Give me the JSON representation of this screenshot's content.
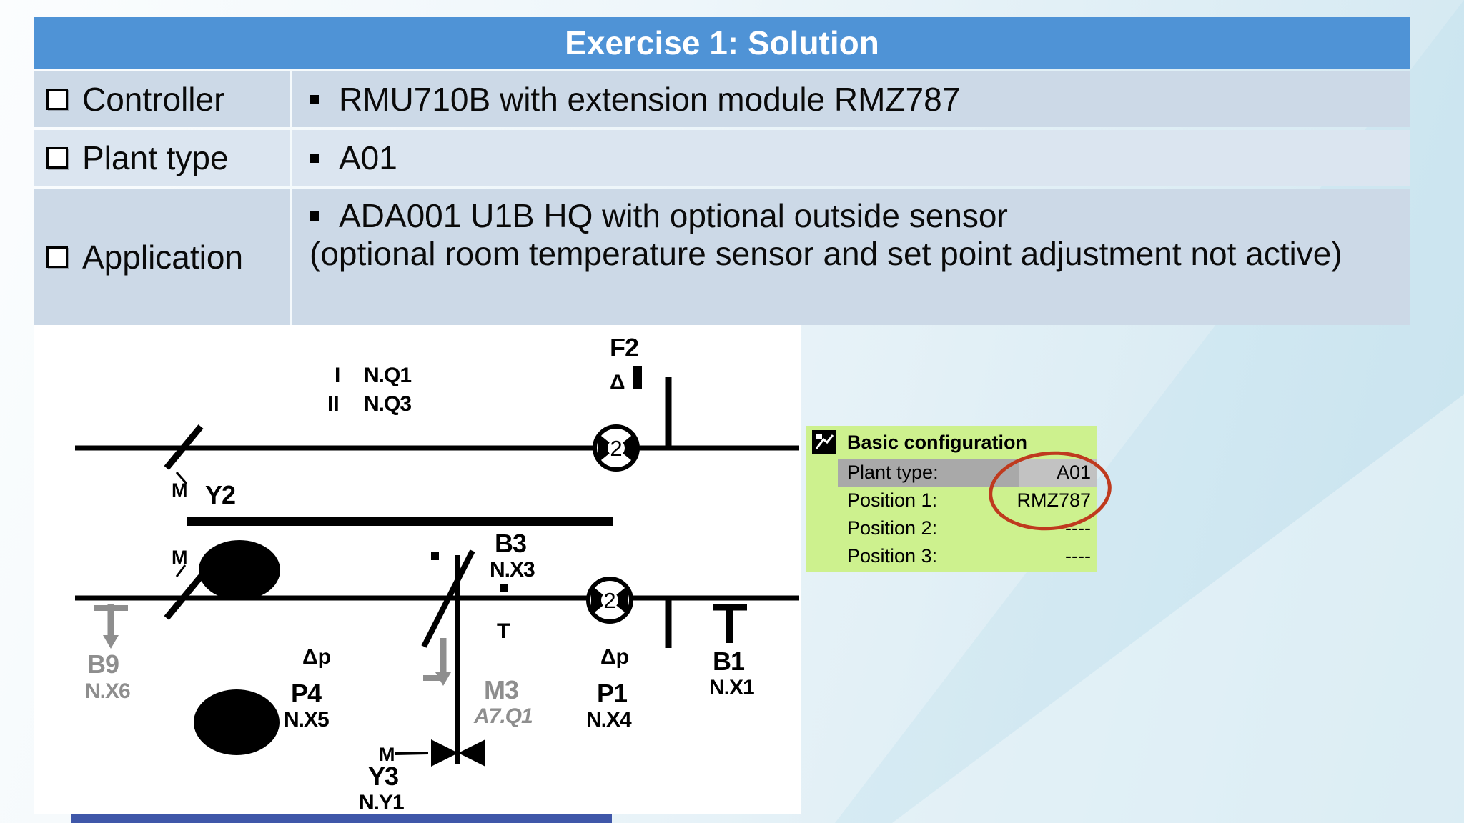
{
  "table": {
    "title": "Exercise 1: Solution",
    "rows": [
      {
        "label": "Controller",
        "value": "RMU710B with extension module RMZ787"
      },
      {
        "label": "Plant type",
        "value": "A01"
      },
      {
        "label": "Application",
        "value": "ADA001 U1B HQ with optional outside sensor",
        "note": "(optional room temperature sensor and set point adjustment not active)"
      }
    ]
  },
  "diagram": {
    "fan_stage_rows": [
      {
        "stage": "I",
        "output": "N.Q1"
      },
      {
        "stage": "II",
        "output": "N.Q3"
      }
    ],
    "fan_speed_label": "2",
    "components": {
      "f2": {
        "tag": "F2",
        "symbol": "Δ"
      },
      "y2": {
        "tag": "Y2",
        "actuator": "M"
      },
      "damper2": {
        "actuator": "M"
      },
      "b9": {
        "tag": "B9",
        "terminal": "N.X6"
      },
      "p4": {
        "tag": "P4",
        "terminal": "N.X5",
        "symbol": "Δp"
      },
      "b3": {
        "tag": "B3",
        "terminal": "N.X3",
        "symbol": "T"
      },
      "m3": {
        "tag": "M3",
        "terminal": "A7.Q1"
      },
      "y3": {
        "tag": "Y3",
        "terminal": "N.Y1",
        "actuator": "M"
      },
      "p1": {
        "tag": "P1",
        "terminal": "N.X4",
        "symbol": "Δp"
      },
      "b1": {
        "tag": "B1",
        "terminal": "N.X1"
      }
    }
  },
  "config_box": {
    "title": "Basic configuration",
    "rows": [
      {
        "label": "Plant type:",
        "value": "A01"
      },
      {
        "label": "Position 1:",
        "value": "RMZ787"
      },
      {
        "label": "Position 2:",
        "value": "----"
      },
      {
        "label": "Position 3:",
        "value": "----"
      }
    ]
  },
  "colors": {
    "header_blue": "#4f93d6",
    "row_blue_dark": "#ccd9e7",
    "row_blue_light": "#dbe5f0",
    "config_green": "#cdf18e",
    "highlight_gray": "#a9a9a9",
    "annotation_red": "#bf3a1e",
    "footer_blue": "#3f57a9",
    "diagram_gray": "#8e8e8e"
  }
}
